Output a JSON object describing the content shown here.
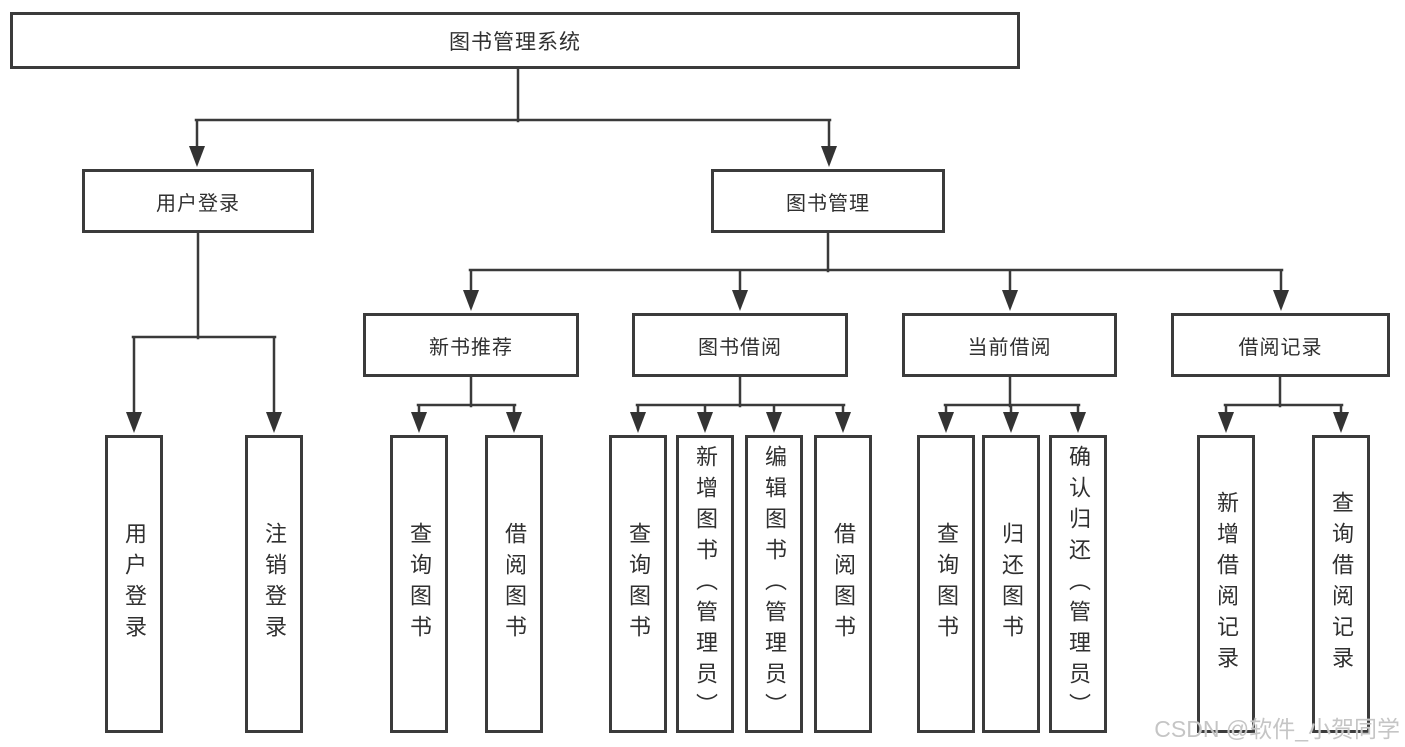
{
  "tree": {
    "root": {
      "label": "图书管理系统"
    },
    "branches": [
      {
        "label": "用户登录",
        "children": [
          {
            "label": "用户登录"
          },
          {
            "label": "注销登录"
          }
        ]
      },
      {
        "label": "图书管理",
        "children": [
          {
            "label": "新书推荐",
            "children": [
              {
                "label": "查询图书"
              },
              {
                "label": "借阅图书"
              }
            ]
          },
          {
            "label": "图书借阅",
            "children": [
              {
                "label": "查询图书"
              },
              {
                "label": "新增图书（管理员）"
              },
              {
                "label": "编辑图书（管理员）"
              },
              {
                "label": "借阅图书"
              }
            ]
          },
          {
            "label": "当前借阅",
            "children": [
              {
                "label": "查询图书"
              },
              {
                "label": "归还图书"
              },
              {
                "label": "确认归还（管理员）"
              }
            ]
          },
          {
            "label": "借阅记录",
            "children": [
              {
                "label": "新增借阅记录"
              },
              {
                "label": "查询借阅记录"
              }
            ]
          }
        ]
      }
    ]
  },
  "colors": {
    "line": "#3a3a3a",
    "arrow": "#333333",
    "border": "#3b3b3b",
    "text": "#303030",
    "watermark_text": "#c5c5c5"
  },
  "watermark": "CSDN @软件_小贺同学"
}
